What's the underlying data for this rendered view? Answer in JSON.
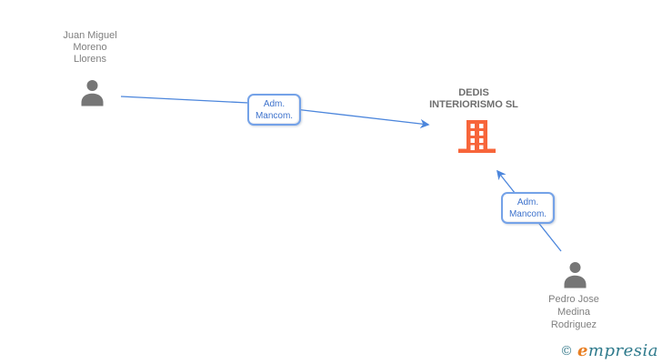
{
  "diagram": {
    "type": "corporate-relationship-graph",
    "background": "#ffffff",
    "nodes": {
      "person1": {
        "type": "person",
        "lines": [
          "Juan Miguel",
          "Moreno",
          "Llorens"
        ]
      },
      "company": {
        "type": "company",
        "lines": [
          "DEDIS",
          "INTERIORISMO SL"
        ]
      },
      "person2": {
        "type": "person",
        "lines": [
          "Pedro Jose",
          "Medina",
          "Rodriguez"
        ]
      }
    },
    "edges": {
      "edge1": {
        "from": "person1",
        "to": "company",
        "label_line1": "Adm.",
        "label_line2": "Mancom."
      },
      "edge2": {
        "from": "person2",
        "to": "company",
        "label_line1": "Adm.",
        "label_line2": "Mancom."
      }
    },
    "colors": {
      "edge_blue": "#4c86dc",
      "label_border_blue": "#74a2e8",
      "label_text_blue": "#3d72cc",
      "person_icon_gray": "#767676",
      "person_text_gray": "#7f7f7f",
      "company_text_gray": "#6e6e6e",
      "building_orange": "#f7653a",
      "logo_teal": "#2e7a8c",
      "logo_orange": "#e87e22"
    },
    "watermark": {
      "copyright_symbol": "©",
      "brand_initial": "e",
      "brand_rest": "mpresia"
    }
  }
}
